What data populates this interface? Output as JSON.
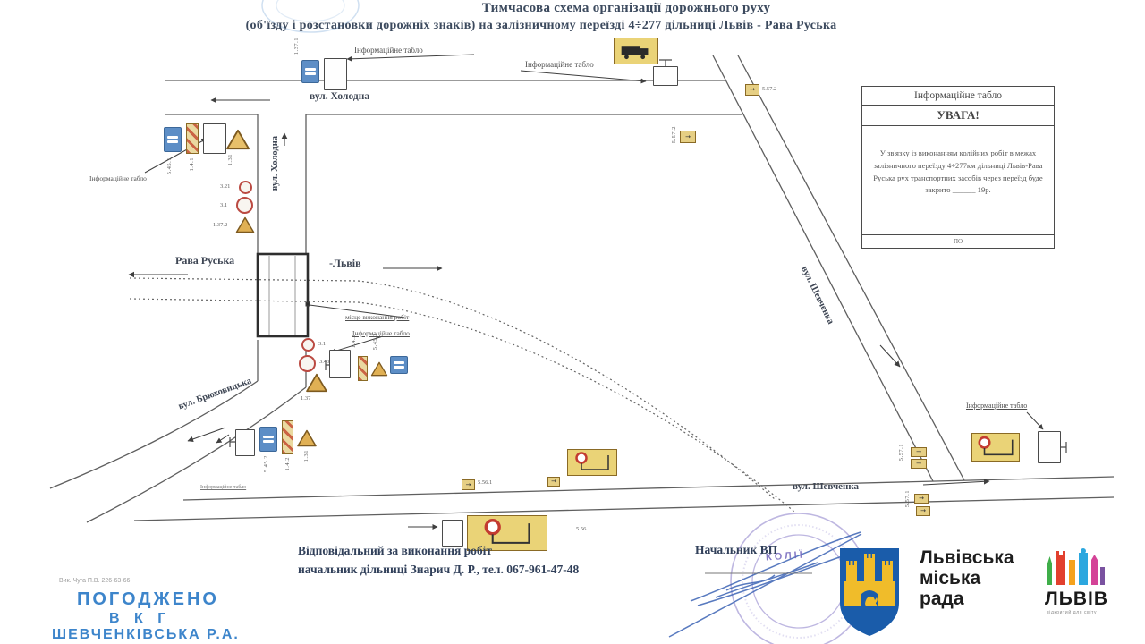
{
  "title": {
    "line1": "Тимчасова схема організації дорожнього руху",
    "line2": "(об'їзду і розстановки дорожніх знаків) на залізничному переїзді 4÷277 дільниці Львів - Рава Руська"
  },
  "info_board": {
    "header": "Інформаційне табло",
    "attention": "УВАГА!",
    "body": "У зв'язку із виконанням колійних робіт в межах залізничного переїзду 4÷277км дільниці Львів-Рава Руська рух транспортних засобів через переїзд буде закрито",
    "blank": "______",
    "year_suffix": "19р.",
    "footer": "ПО"
  },
  "labels": {
    "info_board": "Інформаційне табло",
    "work_site": "місце виконання робіт"
  },
  "streets": {
    "kholodna": "вул. Холодна",
    "kholodna_vertical": "вул. Холодна",
    "briukhovytska": "вул. Брюховицька",
    "shevchenka": "вул. Шевченка",
    "shevchenka_diag": "вул. Шевченка",
    "rava_ruska": "Рава Руська",
    "lviv": "-Львів"
  },
  "sign_codes": {
    "a_blue": "5.45.1",
    "a_strip": "1.4.1",
    "a_tri": "1.31",
    "b_c1": "3.21",
    "b_c2": "3.1",
    "b_tri": "1.37.2",
    "c_c1": "3.1",
    "c_c2": "3.43",
    "c_tri": "1.37",
    "c_strip": "1.4.3",
    "c_blue": "5.45.2",
    "d_blue": "5.45.2",
    "d_strip": "1.4.2",
    "d_tri": "1.31",
    "e_left": "1.37.1",
    "f1": "5.57.2",
    "f2": "5.57.2",
    "g_small": "5.57.1",
    "h_main": "5.56",
    "h_small": "5.56.1",
    "i_small": "5.57.1"
  },
  "icons": {
    "detour_arrow": "→"
  },
  "responsible": {
    "line1": "Відповідальний за виконання робіт",
    "line2": "начальник дільниці Знарич Д. Р., тел. 067-961-47-48"
  },
  "chief": {
    "label": "Начальник ВП"
  },
  "round_stamp": {
    "fragment1": "КОЛІЇ",
    "fragment2": "Ц"
  },
  "approval": {
    "note": "Вик. Чуга П.В.  226-63-66",
    "line1": "ПОГОДЖЕНО",
    "line2": "В К Г",
    "line3": "Шевченківська Р.А."
  },
  "logos": {
    "council_line1": "Львівська",
    "council_line2": "міська",
    "council_line3": "рада",
    "lviv": "ЛЬВІВ",
    "tagline": "відкритий для світу"
  }
}
